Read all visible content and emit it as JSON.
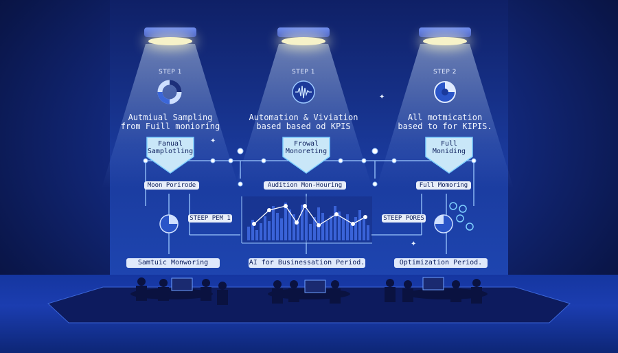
{
  "columns": [
    {
      "step": "STEP 1",
      "caption_line1": "Autmiual Sampling",
      "caption_line2": "from Fuill monioring",
      "shield_line1": "Fanual",
      "shield_line2": "Samplotling",
      "pill": "Moon Porirode",
      "bottom": "Samtuic Monworing",
      "icon": "donut-chart-icon"
    },
    {
      "step": "STEP 1",
      "caption_line1": "Automation & Viviation",
      "caption_line2": "based based od KPIS",
      "shield_line1": "Frowal",
      "shield_line2": "Monoreting",
      "pill": "Audition Mon-Houring",
      "bottom": "AI for Businessation Period.",
      "icon": "waveform-icon"
    },
    {
      "step": "STEP 2",
      "caption_line1": "All motmication",
      "caption_line2": "based to for KIPIS.",
      "shield_line1": "Full",
      "shield_line2": "Moniding",
      "pill": "Full Momoring",
      "bottom": "Optimization Period.",
      "icon": "gauge-icon"
    }
  ],
  "side_labels": {
    "left": "STEEP PEM 1",
    "right": "STEEP PORES"
  },
  "colors": {
    "accent": "#7fd0ff",
    "line": "#9cc8ff",
    "chart": "#3a63d8"
  }
}
